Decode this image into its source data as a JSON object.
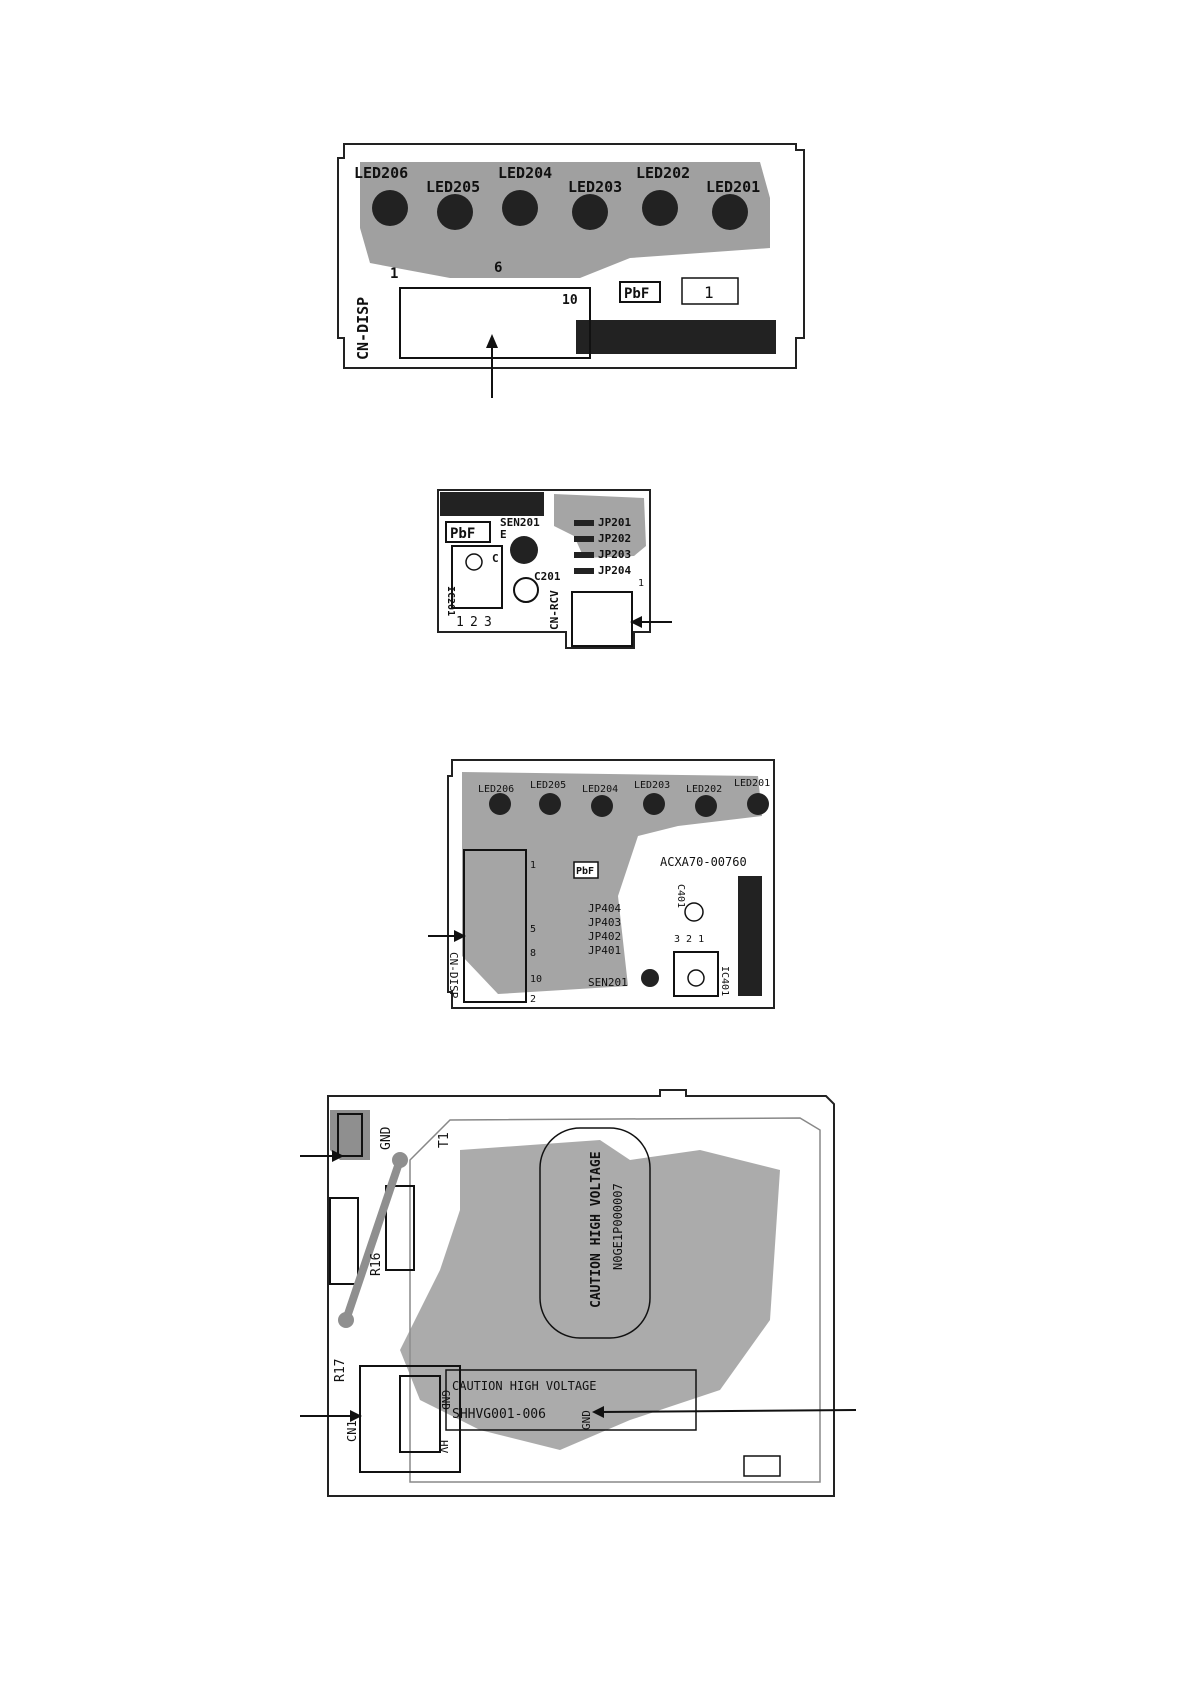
{
  "board1": {
    "leds": [
      "LED206",
      "LED205",
      "LED204",
      "LED203",
      "LED202",
      "LED201"
    ],
    "connector": "CN-DISP",
    "pin_1": "1",
    "pin_6": "6",
    "pin_10": "10",
    "pbf": "PbF",
    "mark": "1"
  },
  "board2": {
    "pbf": "PbF",
    "sensor": "SEN201",
    "sensor_e": "E",
    "sensor_c": "C",
    "jumpers": [
      "JP201",
      "JP202",
      "JP203",
      "JP204"
    ],
    "ic": "IC201",
    "cap": "C201",
    "pins": [
      "1",
      "2",
      "3"
    ],
    "connector": "CN-RCV",
    "mark": "1"
  },
  "board3": {
    "leds": [
      "LED206",
      "LED205",
      "LED204",
      "LED203",
      "LED202",
      "LED201"
    ],
    "part_no": "ACXA70-00760",
    "pbf": "PbF",
    "jumpers": [
      "JP404",
      "JP403",
      "JP402",
      "JP401"
    ],
    "ic": "IC401",
    "cap": "C401",
    "sensor": "SEN201",
    "connector": "CN-DISP",
    "pin_labels": [
      "1",
      "5",
      "8",
      "10",
      "2"
    ],
    "ic_pins": "3 2 1"
  },
  "board4": {
    "gnd_top": "GND",
    "t1": "T1",
    "r16": "R16",
    "r17": "R17",
    "caution_vertical": "CAUTION HIGH VOLTAGE",
    "part_vertical": "N0GE1P000007",
    "caution_horizontal": "CAUTION HIGH VOLTAGE",
    "part_horizontal": "SHHVG001-006",
    "cn_label": "CN1",
    "gnd_bottom": "GND",
    "hv_label": "HV",
    "gnd_right": "GND"
  }
}
